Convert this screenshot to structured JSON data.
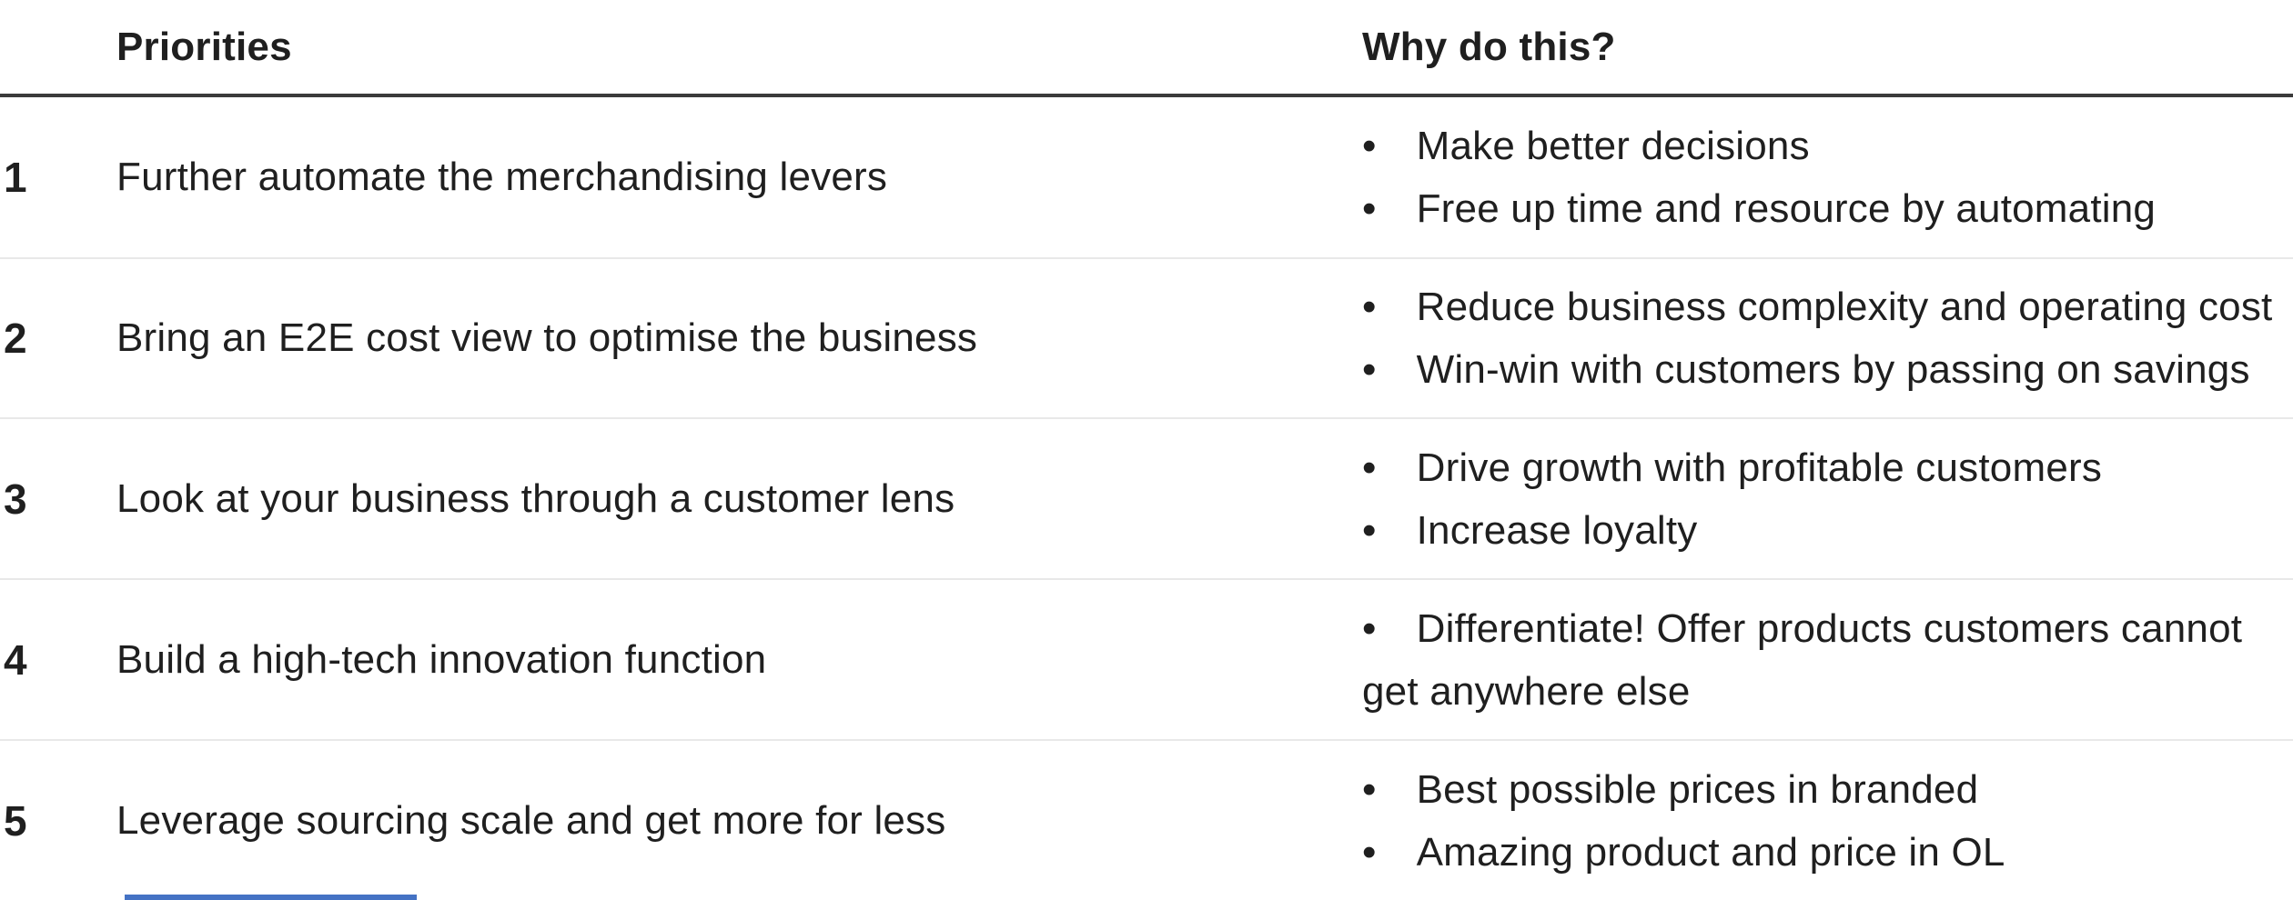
{
  "slide": {
    "bullet_glyph": "•",
    "columns": {
      "priorities_header": "Priorities",
      "why_header": "Why do this?"
    },
    "rows": [
      {
        "num": "1",
        "priority": "Further automate the merchandising levers",
        "why": [
          "Make better decisions",
          "Free up time and resource by automating"
        ]
      },
      {
        "num": "2",
        "priority": "Bring an E2E cost view to optimise the business",
        "why": [
          "Reduce business complexity and operating cost",
          "Win-win with customers by passing on savings"
        ]
      },
      {
        "num": "3",
        "priority": "Look at your business through a customer lens",
        "why": [
          "Drive growth with profitable customers",
          "Increase loyalty"
        ]
      },
      {
        "num": "4",
        "priority": "Build a high-tech innovation function",
        "why": [
          "Differentiate! Offer products customers cannot get anywhere else"
        ]
      },
      {
        "num": "5",
        "priority": "Leverage sourcing scale and get more for less",
        "why": [
          "Best possible prices in branded",
          "Amazing product and price in OL"
        ]
      }
    ],
    "colors": {
      "text": "#1f1f1f",
      "header_rule": "#3b3b3b",
      "row_divider": "#e8e8e8",
      "accent_bar": "#4472C4"
    }
  }
}
